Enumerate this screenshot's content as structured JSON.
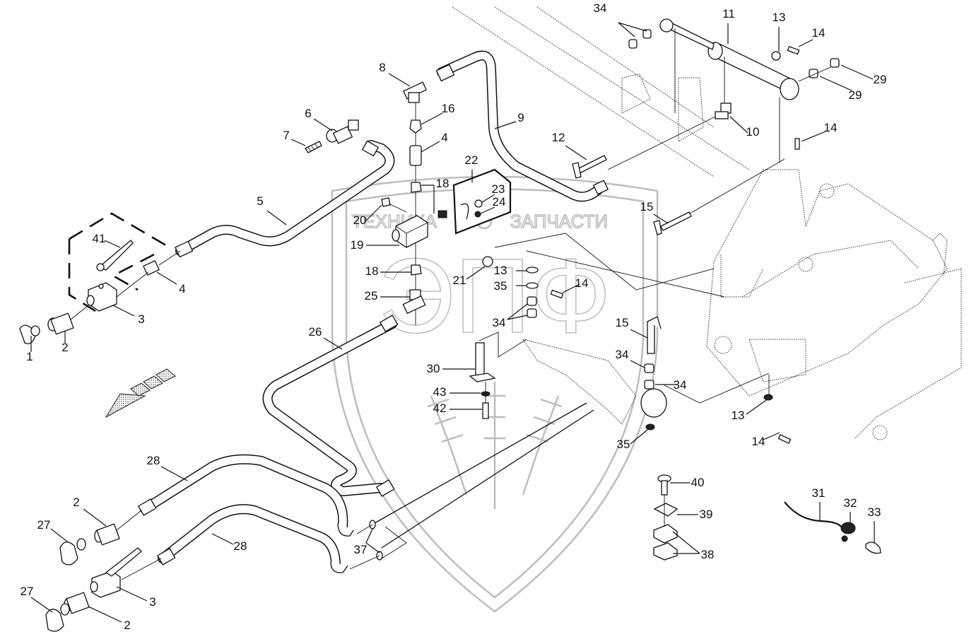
{
  "diagram": {
    "title": "Hydraulic brake / hose assembly exploded parts diagram",
    "watermark": {
      "top_text_left": "ТЕХНИКА",
      "top_text_right": "ЗАПЧАСТИ",
      "logo_text": "ЭПФ",
      "color": "#bdbdbd"
    },
    "direction_arrow": "travel-direction-arrow",
    "callouts": [
      {
        "id": "c1",
        "label": "1",
        "part": "dust-cap"
      },
      {
        "id": "c2a",
        "label": "2",
        "part": "quick-coupler"
      },
      {
        "id": "c3a",
        "label": "3",
        "part": "ball-valve"
      },
      {
        "id": "c4a",
        "label": "4",
        "part": "adapter"
      },
      {
        "id": "c41",
        "label": "41",
        "part": "valve-handle"
      },
      {
        "id": "c5",
        "label": "5",
        "part": "hose"
      },
      {
        "id": "c6",
        "label": "6",
        "part": "tee-fitting"
      },
      {
        "id": "c7",
        "label": "7",
        "part": "bleed-screw"
      },
      {
        "id": "c8",
        "label": "8",
        "part": "banjo-fitting"
      },
      {
        "id": "c16",
        "label": "16",
        "part": "nipple"
      },
      {
        "id": "c4b",
        "label": "4",
        "part": "adapter"
      },
      {
        "id": "c9",
        "label": "9",
        "part": "hose"
      },
      {
        "id": "c22",
        "label": "22",
        "part": "bracket-plate"
      },
      {
        "id": "c23",
        "label": "23",
        "part": "nut"
      },
      {
        "id": "c24",
        "label": "24",
        "part": "washer-nut"
      },
      {
        "id": "c18a",
        "label": "18",
        "part": "nipple"
      },
      {
        "id": "c20",
        "label": "20",
        "part": "screw"
      },
      {
        "id": "c19",
        "label": "19",
        "part": "distribution-block"
      },
      {
        "id": "c18b",
        "label": "18",
        "part": "nipple"
      },
      {
        "id": "c25",
        "label": "25",
        "part": "tee-fitting"
      },
      {
        "id": "c21",
        "label": "21",
        "part": "nut"
      },
      {
        "id": "c13a",
        "label": "13",
        "part": "seal-ring"
      },
      {
        "id": "c35a",
        "label": "35",
        "part": "seal-ring"
      },
      {
        "id": "c14a",
        "label": "14",
        "part": "pin"
      },
      {
        "id": "c34a",
        "label": "34",
        "part": "bushing"
      },
      {
        "id": "c26",
        "label": "26",
        "part": "hose"
      },
      {
        "id": "c30",
        "label": "30",
        "part": "bolt-pin"
      },
      {
        "id": "c43",
        "label": "43",
        "part": "washer"
      },
      {
        "id": "c42",
        "label": "42",
        "part": "screw"
      },
      {
        "id": "c34b",
        "label": "34",
        "part": "bushing"
      },
      {
        "id": "c11",
        "label": "11",
        "part": "brake-cylinder"
      },
      {
        "id": "c13b",
        "label": "13",
        "part": "seal-ring"
      },
      {
        "id": "c14b",
        "label": "14",
        "part": "pin"
      },
      {
        "id": "c29a",
        "label": "29",
        "part": "bushing"
      },
      {
        "id": "c29b",
        "label": "29",
        "part": "bushing"
      },
      {
        "id": "c10",
        "label": "10",
        "part": "elbow-fitting"
      },
      {
        "id": "c12",
        "label": "12",
        "part": "lynch-pin"
      },
      {
        "id": "c14c",
        "label": "14",
        "part": "pin"
      },
      {
        "id": "c15a",
        "label": "15",
        "part": "lynch-pin"
      },
      {
        "id": "c15b",
        "label": "15",
        "part": "lynch-pin"
      },
      {
        "id": "c34c",
        "label": "34",
        "part": "bushing"
      },
      {
        "id": "c34d",
        "label": "34",
        "part": "bushing"
      },
      {
        "id": "c13c",
        "label": "13",
        "part": "seal-ring"
      },
      {
        "id": "c35b",
        "label": "35",
        "part": "seal-ring"
      },
      {
        "id": "c14d",
        "label": "14",
        "part": "pin"
      },
      {
        "id": "c28a",
        "label": "28",
        "part": "hose"
      },
      {
        "id": "c28b",
        "label": "28",
        "part": "hose"
      },
      {
        "id": "c2b",
        "label": "2",
        "part": "quick-coupler"
      },
      {
        "id": "c27a",
        "label": "27",
        "part": "dust-cap"
      },
      {
        "id": "c27b",
        "label": "27",
        "part": "dust-cap"
      },
      {
        "id": "c2c",
        "label": "2",
        "part": "quick-coupler"
      },
      {
        "id": "c3b",
        "label": "3",
        "part": "ball-valve"
      },
      {
        "id": "c37",
        "label": "37",
        "part": "washer"
      },
      {
        "id": "c40",
        "label": "40",
        "part": "bolt"
      },
      {
        "id": "c39",
        "label": "39",
        "part": "clamp-plate"
      },
      {
        "id": "c38",
        "label": "38",
        "part": "hose-clamp"
      },
      {
        "id": "c31",
        "label": "31",
        "part": "cable"
      },
      {
        "id": "c32",
        "label": "32",
        "part": "cable-clip"
      },
      {
        "id": "c33",
        "label": "33",
        "part": "cable-thimble"
      }
    ]
  }
}
